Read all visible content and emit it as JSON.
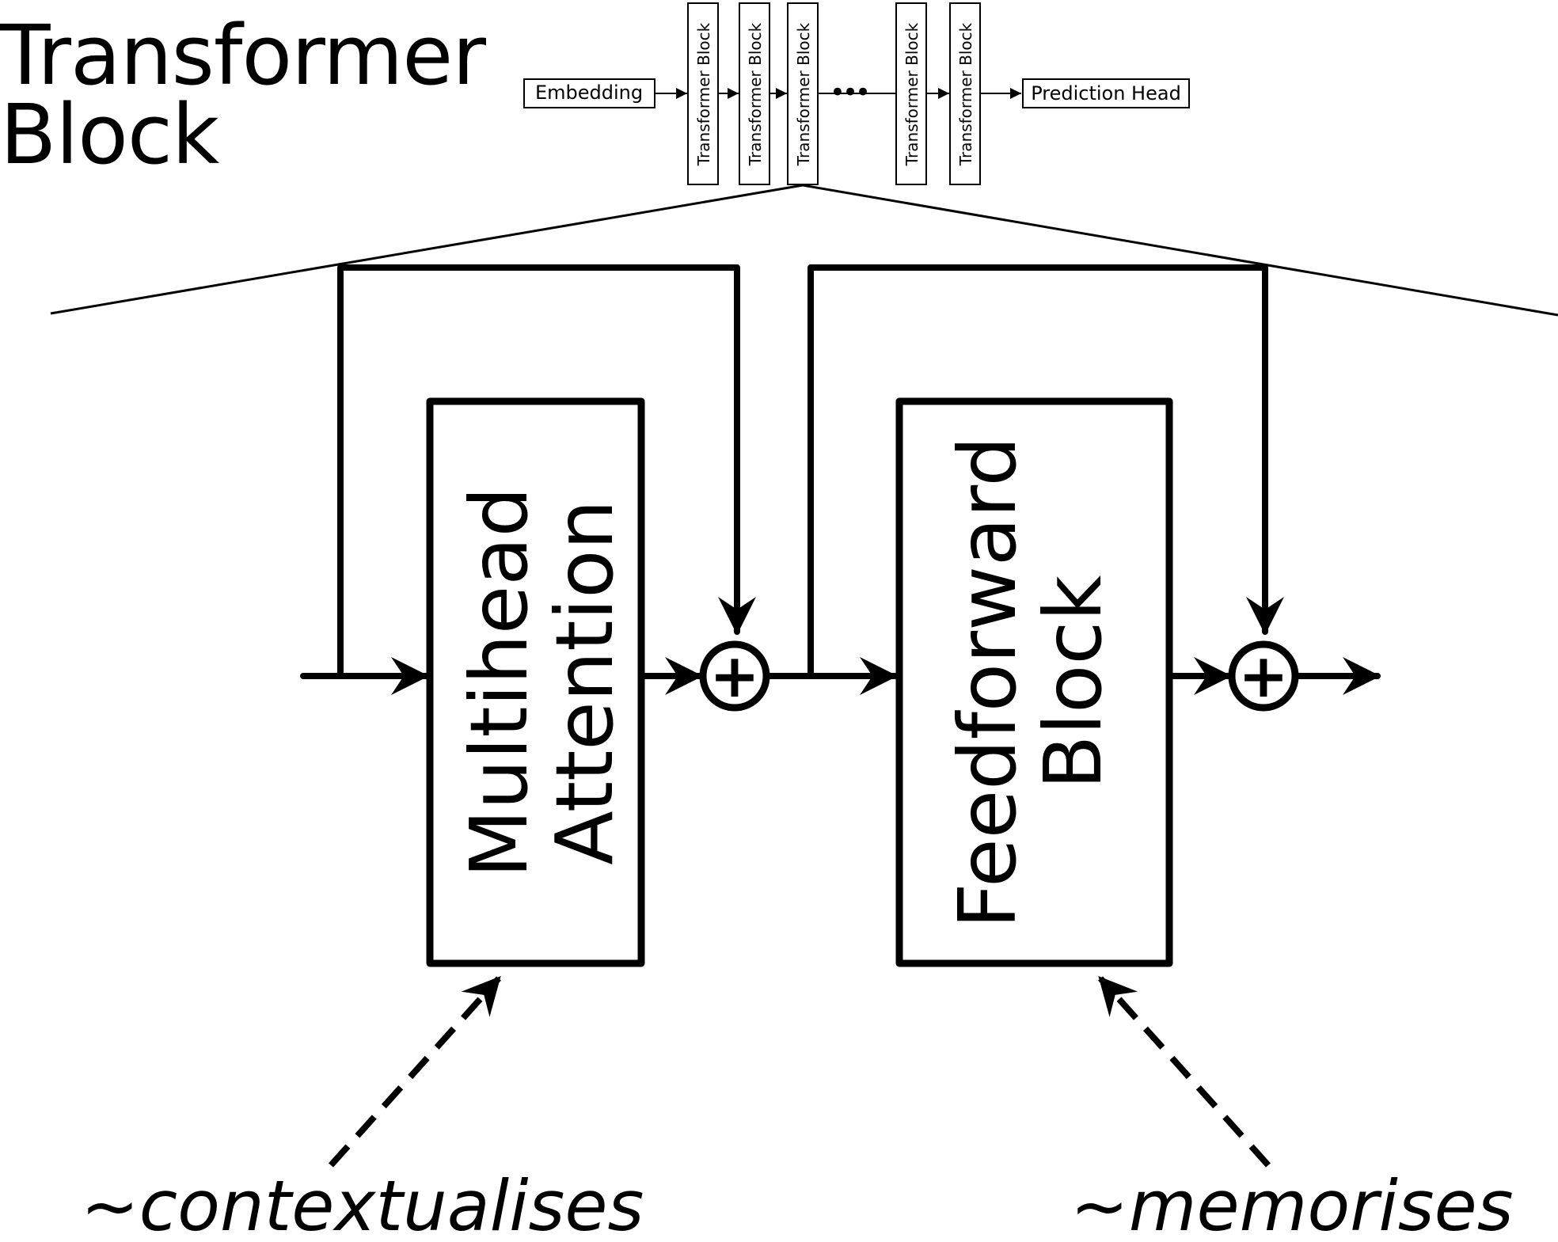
{
  "title": "Transformer\nBlock",
  "pipeline": {
    "embedding": "Embedding",
    "block": "Transformer Block",
    "ellipsis": "•••",
    "head": "Prediction Head"
  },
  "main": {
    "attention": [
      "Multihead",
      "Attention"
    ],
    "feedforward": [
      "Feedforward",
      "Block"
    ],
    "add_symbol": "+"
  },
  "annotations": {
    "attention": "~contextualises",
    "feedforward": "~memorises"
  }
}
